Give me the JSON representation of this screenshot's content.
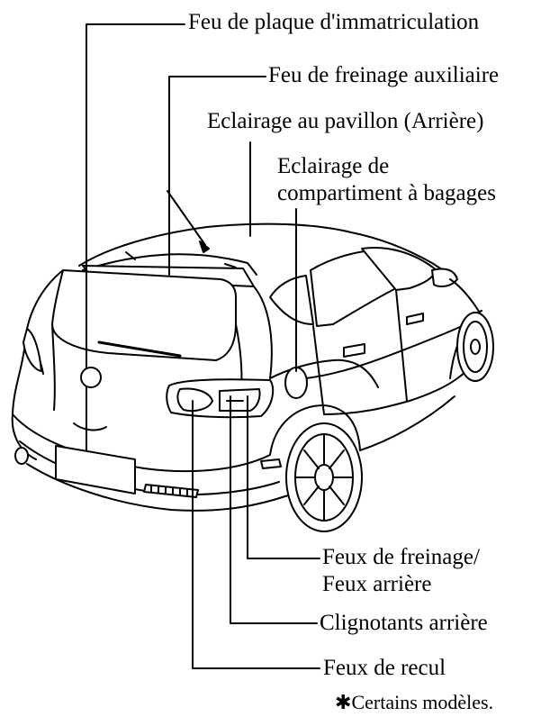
{
  "diagram": {
    "labels": {
      "license_plate_light": "Feu de plaque d'immatriculation",
      "auxiliary_brake_light": "Feu de freinage auxiliaire",
      "roof_light_rear": "Eclairage au pavillon (Arrière)",
      "luggage_light_line1": "Eclairage de",
      "luggage_light_line2": "compartiment à bagages",
      "brake_tail_line1": "Feux de freinage/",
      "brake_tail_line2": "Feux arrière",
      "rear_turn_signals": "Clignotants arrière",
      "reverse_lights": "Feux de recul"
    },
    "footnote": {
      "symbol": "✱",
      "text": "Certains modèles."
    }
  }
}
